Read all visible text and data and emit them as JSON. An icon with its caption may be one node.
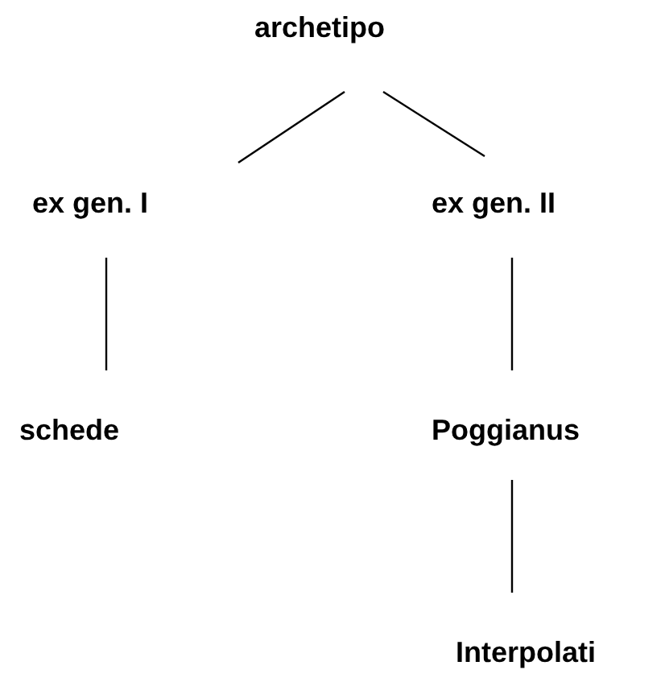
{
  "diagram": {
    "nodes": [
      {
        "text": [
          "archetipo"
        ]
      },
      {
        "text": [
          "ex gen. I"
        ]
      },
      {
        "text": [
          "ex gen. II"
        ]
      },
      {
        "text": [
          "schede"
        ]
      },
      {
        "text": [
          "Poggianus"
        ]
      },
      {
        "text": [
          "Interpolati"
        ]
      }
    ],
    "edges": [
      {
        "from": 0,
        "to": 1,
        "arrow": "none"
      },
      {
        "from": 0,
        "to": 2,
        "arrow": "none"
      },
      {
        "from": 1,
        "to": 3,
        "arrow": "none"
      },
      {
        "from": 2,
        "to": 4,
        "arrow": "none"
      },
      {
        "from": 4,
        "to": 5,
        "arrow": "none"
      }
    ]
  }
}
